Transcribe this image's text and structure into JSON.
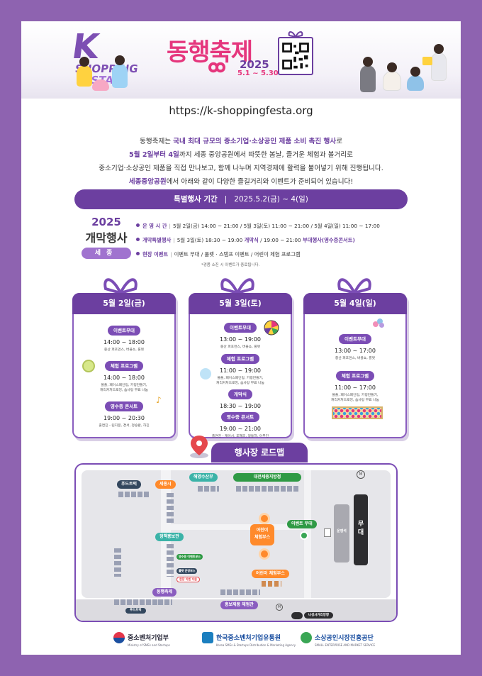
{
  "header": {
    "festival_name": "동행축제",
    "year": "2025",
    "dates": "5.1 ~ 5.30",
    "kfesta_top": "K",
    "kfesta_mid": "SHOPPING",
    "kfesta_bottom": "FESTA"
  },
  "url": "https://k-shoppingfesta.org",
  "intro": {
    "l1_a": "동행축제는 ",
    "l1_hl": "국내 최대 규모의 중소기업·소상공인 제품 소비 촉진 행사",
    "l1_b": "로",
    "l2_hl": "5월 2일부터 4일",
    "l2_b": "까지 세종 중앙공원에서 따뜻한 봄날, 즐거운 체험과 볼거리로",
    "l3": "중소기업·소상공인 제품을 직접 만나보고, 함께 나누며 지역경제에 활력을 불어넣기 위해 진행됩니다.",
    "l4_hl": "세종중앙공원",
    "l4_b": "에서 아래와 같이 다양한 즐길거리와 이벤트가 준비되어 있습니다!"
  },
  "period": {
    "label": "특별행사 기간",
    "value": "2025.5.2(금) ~ 4(일)"
  },
  "opening": {
    "year": "2025",
    "title": "개막행사",
    "location": "세종"
  },
  "schedule": {
    "hours_label": "운 영 시 간",
    "hours_value": "5월 2일(금) 14:00 ~ 21:00 / 5월 3일(토) 11:00 ~ 21:00 / 5월 4일(일) 11:00 ~ 17:00",
    "special_label": "개막특별행사",
    "special_a": "5월 3일(토) 18:30 ~ 19:00 ",
    "special_b": "개막식",
    "special_c": " / 19:00 ~ 21:00 ",
    "special_d": "부대행사(영수증콘서트)",
    "site_label": "현장 이벤트",
    "site_value": "이벤트 무대 / 룰렛 · 스탬프 이벤트 / 어린이 체험 프로그램",
    "note": "*경품 소진 시 이벤트가 종료됩니다."
  },
  "days": [
    {
      "title": "5월 2일(금)",
      "events": [
        {
          "name": "이벤트무대",
          "time": "14:00 ~ 18:00",
          "desc": "중산 퍼포먼스, 버블쇼, 룰렛"
        },
        {
          "name": "체험 프로그램",
          "time": "14:00 ~ 18:00",
          "desc": "볼풀, 페이스페인팅, 키링만들기,",
          "desc2": "캐리커처드로잉, 솜사탕 무료 나눔"
        },
        {
          "name": "영수증 콘서트",
          "time": "19:00 ~ 20:30",
          "desc": "출연진 - 린지운, 경서, 정승환, 하진"
        }
      ]
    },
    {
      "title": "5월 3일(토)",
      "events": [
        {
          "name": "이벤트무대",
          "time": "13:00 ~ 19:00",
          "desc": "중산 퍼포먼스, 버블쇼, 룰렛"
        },
        {
          "name": "체험 프로그램",
          "time": "11:00 ~ 19:00",
          "desc": "볼풀, 페이스페인팅, 키링만들기,",
          "desc2": "캐리커처드로잉, 솜사탕 무료 나눔"
        },
        {
          "name": "개막식",
          "time": "18:30 ~ 19:00",
          "desc": ""
        },
        {
          "name": "영수증 콘서트",
          "time": "19:00 ~ 21:00",
          "desc": "출연진 - 제이시, 조혜즈, 정동하, 이무진"
        }
      ]
    },
    {
      "title": "5월 4일(일)",
      "events": [
        {
          "name": "이벤트무대",
          "time": "13:00 ~ 17:00",
          "desc": "중산 퍼포먼스, 버블쇼, 룰렛"
        },
        {
          "name": "체험 프로그램",
          "time": "11:00 ~ 17:00",
          "desc": "볼풀, 페이스페인팅, 키링만들기,",
          "desc2": "캐리커처드로잉, 솜사탕 무료 나눔"
        }
      ]
    }
  ],
  "roadmap": {
    "title": "행사장 로드맵",
    "labels": {
      "foodtruck1": "푸드트럭",
      "sejong": "세종시",
      "ocean": "해양수산부",
      "daejeon": "대전세종지방청",
      "jeongchaek": "정책홍보관",
      "kids1": "어린이\n체험부스",
      "stage_tag": "이벤트 무대",
      "stage": "무\n대",
      "operation": "운영석",
      "kids2": "어린이 체험부스",
      "donghaeng": "동행축제",
      "foodtruck2": "푸드트럭",
      "promo": "홍보제품 체험관",
      "parking": "나성사거리방향",
      "small1": "영수증 이벤트부스",
      "small2": "룰렛 운영부스",
      "small3": "현장 이벤 지원"
    }
  },
  "footer": {
    "org1": "중소벤처기업부",
    "org1_en": "Ministry of SMEs and Startups",
    "org2": "한국중소벤처기업유통원",
    "org2_en": "Korea SMEs & Startups Distribution & Marketing Agency",
    "org3": "소상공인시장진흥공단",
    "org3_en": "SMALL ENTERPRISE AND MARKET SERVICE"
  },
  "colors": {
    "frame": "#8e63b0",
    "primary": "#6c3fa0",
    "pink": "#e5367d",
    "orange": "#ff8a2b"
  }
}
